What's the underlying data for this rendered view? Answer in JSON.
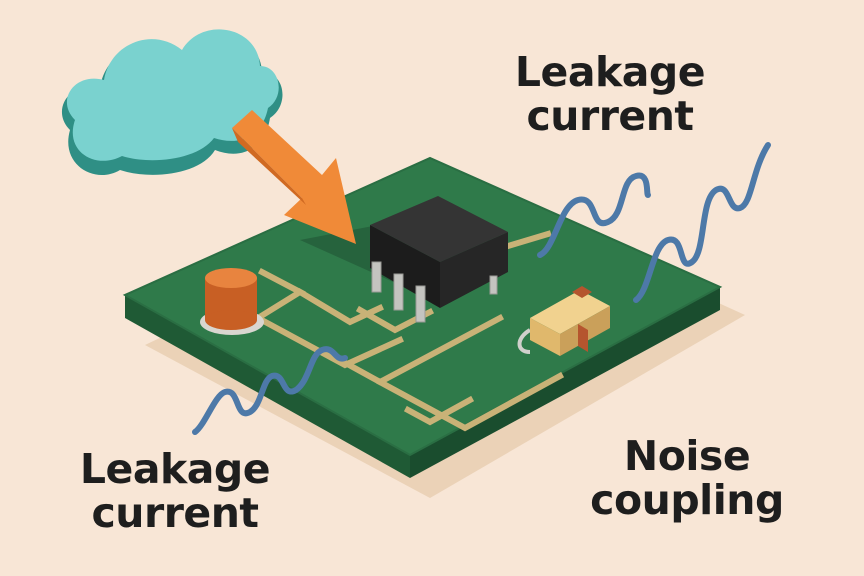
{
  "labels": {
    "top_right": {
      "line1": "Leakage",
      "line2": "current"
    },
    "bottom_left": {
      "line1": "Leakage",
      "line2": "current"
    },
    "bottom_right": {
      "line1": "Noise",
      "line2": "coupling"
    }
  },
  "colors": {
    "background": "#f8e6d6",
    "board_top": "#2f7a4a",
    "board_side": "#1f5a35",
    "trace": "#c9b277",
    "chip": "#2b2b2b",
    "pin": "#c4c4c0",
    "capacitor": "#d2692c",
    "resistor": "#e6c07a",
    "resistor_band": "#b5552e",
    "cloud_light": "#7ad2cf",
    "cloud_dark": "#2f8f85",
    "arrow": "#f08a38",
    "noise_wave": "#4d79a8",
    "text": "#1e1e1e"
  },
  "icons": {
    "cloud": "cloud-icon",
    "arrow": "arrow-down-right-icon",
    "chip": "ic-chip-icon",
    "capacitor": "capacitor-icon",
    "resistor": "resistor-icon",
    "noise": "noise-wave-icon"
  }
}
